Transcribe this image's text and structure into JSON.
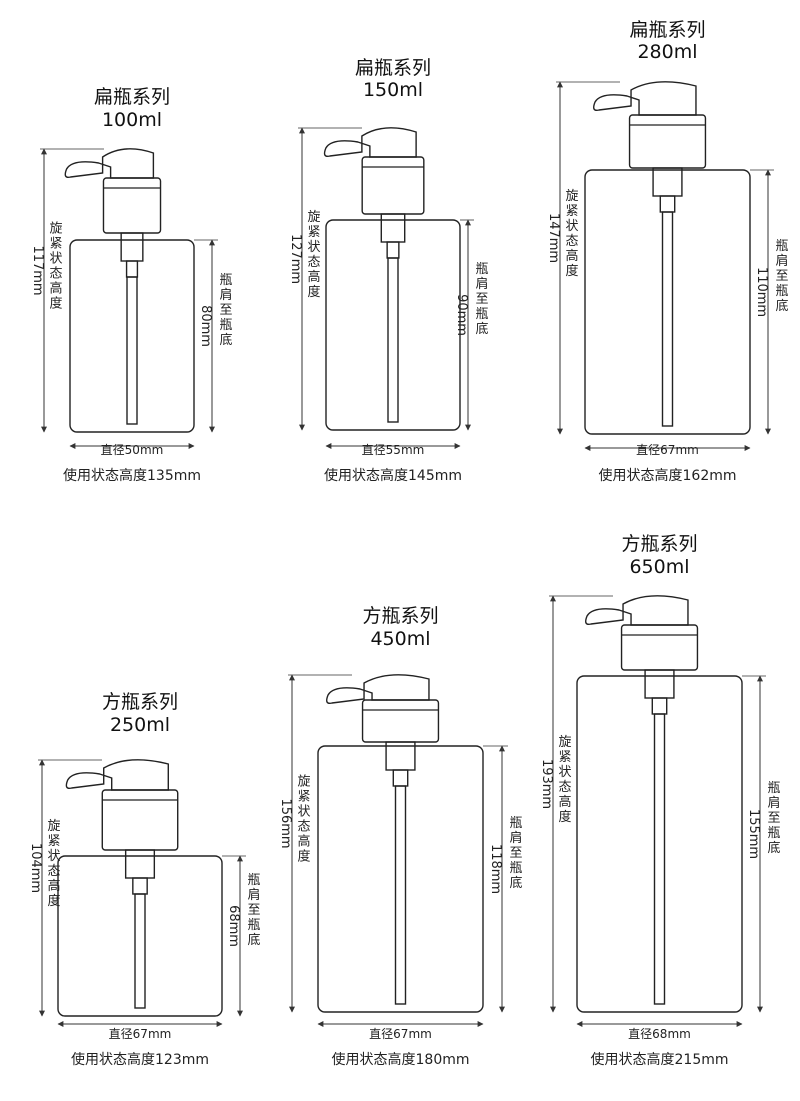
{
  "bottles": [
    {
      "name": "flat-100",
      "series": "扁瓶系列",
      "volume": "100ml",
      "diameter": "直径50mm",
      "usage_height": "使用状态高度135mm",
      "twist_height_cn": "旋紧状态高度",
      "twist_height_mm": "117mm",
      "shoulder_cn": "瓶肩至瓶底",
      "shoulder_mm": "80mm"
    },
    {
      "name": "flat-150",
      "series": "扁瓶系列",
      "volume": "150ml",
      "diameter": "直径55mm",
      "usage_height": "使用状态高度145mm",
      "twist_height_cn": "旋紧状态高度",
      "twist_height_mm": "127mm",
      "shoulder_cn": "瓶肩至瓶底",
      "shoulder_mm": "90mm"
    },
    {
      "name": "flat-280",
      "series": "扁瓶系列",
      "volume": "280ml",
      "diameter": "直径67mm",
      "usage_height": "使用状态高度162mm",
      "twist_height_cn": "旋紧状态高度",
      "twist_height_mm": "147mm",
      "shoulder_cn": "瓶肩至瓶底",
      "shoulder_mm": "110mm"
    },
    {
      "name": "square-250",
      "series": "方瓶系列",
      "volume": "250ml",
      "diameter": "直径67mm",
      "usage_height": "使用状态高度123mm",
      "twist_height_cn": "旋紧状态高度",
      "twist_height_mm": "104mm",
      "shoulder_cn": "瓶肩至瓶底",
      "shoulder_mm": "68mm"
    },
    {
      "name": "square-450",
      "series": "方瓶系列",
      "volume": "450ml",
      "diameter": "直径67mm",
      "usage_height": "使用状态高度180mm",
      "twist_height_cn": "旋紧状态高度",
      "twist_height_mm": "156mm",
      "shoulder_cn": "瓶肩至瓶底",
      "shoulder_mm": "118mm"
    },
    {
      "name": "square-650",
      "series": "方瓶系列",
      "volume": "650ml",
      "diameter": "直径68mm",
      "usage_height": "使用状态高度215mm",
      "twist_height_cn": "旋紧状态高度",
      "twist_height_mm": "193mm",
      "shoulder_cn": "瓶肩至瓶底",
      "shoulder_mm": "155mm"
    }
  ]
}
